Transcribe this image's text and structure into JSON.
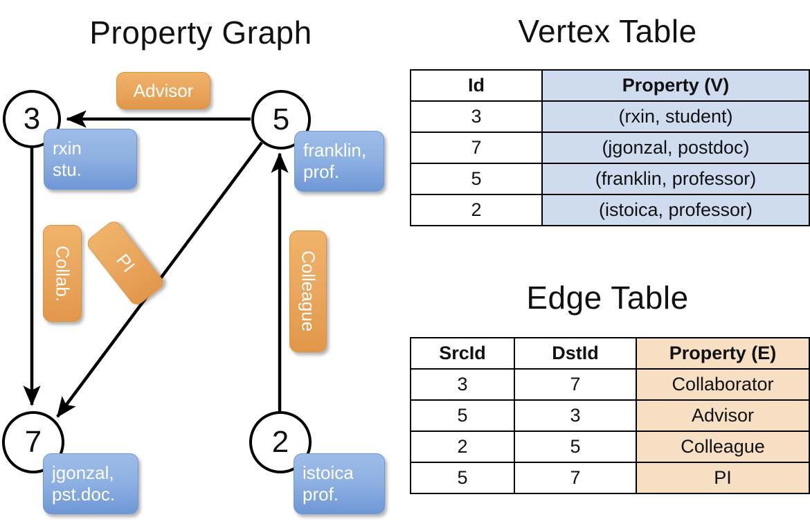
{
  "titles": {
    "property_graph": "Property Graph",
    "vertex_table": "Vertex Table",
    "edge_table": "Edge Table"
  },
  "colors": {
    "vertex_property_fill": "#cfdcf0",
    "edge_property_fill": "#f7dfc3",
    "vertex_callout": "#8fb2e3",
    "edge_callout": "#eaa85f",
    "stroke": "#000000",
    "background": "#ffffff"
  },
  "graph": {
    "nodes": [
      {
        "id": "3",
        "label": "3",
        "property_line1": "rxin",
        "property_line2": "stu."
      },
      {
        "id": "5",
        "label": "5",
        "property_line1": "franklin,",
        "property_line2": "prof."
      },
      {
        "id": "7",
        "label": "7",
        "property_line1": "jgonzal,",
        "property_line2": "pst.doc."
      },
      {
        "id": "2",
        "label": "2",
        "property_line1": "istoica",
        "property_line2": "prof."
      }
    ],
    "edges": [
      {
        "src": "5",
        "dst": "3",
        "label": "Advisor"
      },
      {
        "src": "3",
        "dst": "7",
        "label": "Collab."
      },
      {
        "src": "5",
        "dst": "7",
        "label": "PI"
      },
      {
        "src": "2",
        "dst": "5",
        "label": "Colleague"
      }
    ]
  },
  "vertex_table": {
    "headers": [
      "Id",
      "Property (V)"
    ],
    "rows": [
      {
        "id": "3",
        "property": "(rxin, student)"
      },
      {
        "id": "7",
        "property": "(jgonzal, postdoc)"
      },
      {
        "id": "5",
        "property": "(franklin, professor)"
      },
      {
        "id": "2",
        "property": "(istoica, professor)"
      }
    ]
  },
  "edge_table": {
    "headers": [
      "SrcId",
      "DstId",
      "Property (E)"
    ],
    "rows": [
      {
        "src": "3",
        "dst": "7",
        "property": "Collaborator"
      },
      {
        "src": "5",
        "dst": "3",
        "property": "Advisor"
      },
      {
        "src": "2",
        "dst": "5",
        "property": "Colleague"
      },
      {
        "src": "5",
        "dst": "7",
        "property": "PI"
      }
    ]
  }
}
